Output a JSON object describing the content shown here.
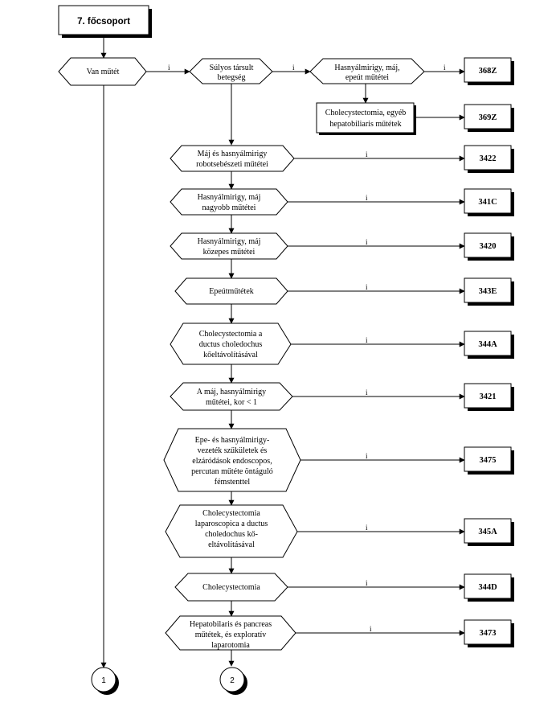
{
  "title": "7. főcsoport",
  "edge_label": "i",
  "decisions": {
    "van_mutet": "Van műtét",
    "sulyos": [
      "Súlyos társult",
      "betegség"
    ],
    "hasnyal_epe": [
      "Hasnyálmirigy, máj,",
      "epeút műtétei"
    ],
    "maj_robot": [
      "Máj és hasnyálmirigy",
      "robotsebészeti műtétei"
    ],
    "nagyobb": [
      "Hasnyálmirigy, máj",
      "nagyobb  műtétei"
    ],
    "kozepes": [
      "Hasnyálmirigy, máj",
      "közepes műtétei"
    ],
    "epeut": [
      "Epeútműtétek"
    ],
    "chole_ductus": [
      "Cholecystectomia a",
      "ductus choledochus",
      "kőeltávolításával"
    ],
    "kor": [
      "A máj, hasnyálmirigy",
      "műtétei, kor < 1"
    ],
    "stent": [
      "Epe- és hasnyálmirigy-",
      "vezeték szűkületek és",
      "elzáródások endoscopos,",
      "percutan műtéte öntáguló",
      "fémstenttel"
    ],
    "lapchole": [
      "Cholecystectomia",
      "laparoscopica a ductus",
      "choledochus kő-",
      "eltávolításával"
    ],
    "chole": [
      "Cholecystectomia"
    ],
    "explor": [
      "Hepatobilaris és  pancreas",
      "műtétek, és exploratív",
      "laparotomia"
    ]
  },
  "process_box": [
    "Cholecystectomia, egyéb",
    "hepatobiliaris műtétek"
  ],
  "codes": {
    "c368Z": "368Z",
    "c369Z": "369Z",
    "c3422": "3422",
    "c341C": "341C",
    "c3420": "3420",
    "c343E": "343E",
    "c344A": "344A",
    "c3421": "3421",
    "c3475": "3475",
    "c345A": "345A",
    "c344D": "344D",
    "c3473": "3473"
  },
  "connectors": [
    "1",
    "2"
  ]
}
